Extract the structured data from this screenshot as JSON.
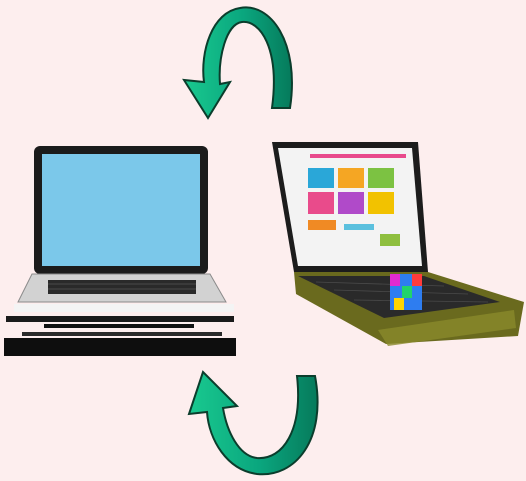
{
  "scene": {
    "top_arrow": {
      "icon": "curved-arrow-icon",
      "color": "#0aa67e",
      "direction": "counterclockwise-down"
    },
    "bottom_arrow": {
      "icon": "curved-arrow-icon",
      "color": "#0aa67e",
      "direction": "counterclockwise-up"
    },
    "left_laptop": {
      "icon": "laptop-icon",
      "screen_color": "#7bc8ea",
      "state": "blank"
    },
    "right_laptop": {
      "icon": "laptop-icon",
      "screen_color": "#f3f3f3",
      "state": "showing-colorful-webpage"
    }
  },
  "colors": {
    "background": "#fdeeee",
    "arrow_fill": "#0aa67e",
    "arrow_dark": "#067a5b",
    "laptop_body": "#1f1f1f",
    "laptop_silver": "#c9c9c9"
  }
}
